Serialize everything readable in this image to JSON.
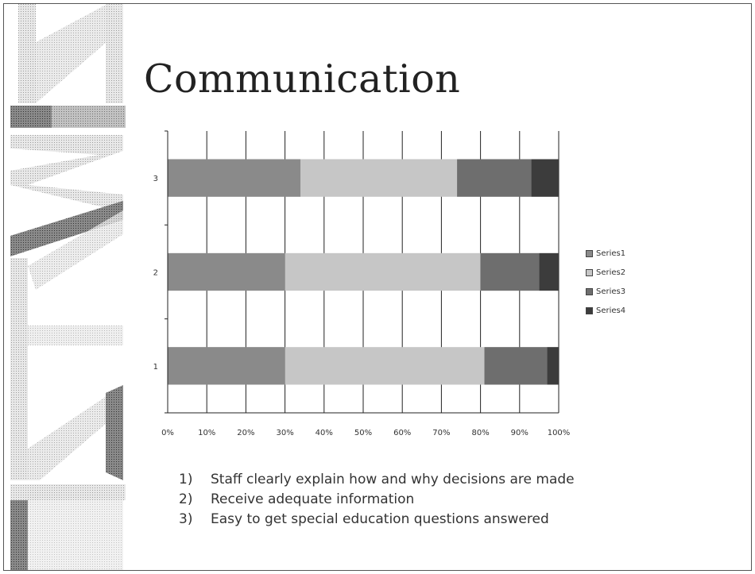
{
  "slide": {
    "title": "Communication",
    "items": [
      {
        "num": "1)",
        "text": "Staff clearly explain how and why decisions are made"
      },
      {
        "num": "2)",
        "text": "Receive adequate information"
      },
      {
        "num": "3)",
        "text": "Easy to get special education questions answered"
      }
    ]
  },
  "chart_data": {
    "type": "bar",
    "orientation": "horizontal",
    "stacked": "percent",
    "categories": [
      "1",
      "2",
      "3"
    ],
    "series": [
      {
        "name": "Series1",
        "values": [
          30,
          30,
          34
        ],
        "color": "#8a8a8a"
      },
      {
        "name": "Series2",
        "values": [
          51,
          50,
          40
        ],
        "color": "#c6c6c6"
      },
      {
        "name": "Series3",
        "values": [
          16,
          15,
          19
        ],
        "color": "#6e6e6e"
      },
      {
        "name": "Series4",
        "values": [
          3,
          5,
          7
        ],
        "color": "#3c3c3c"
      }
    ],
    "x_ticks": [
      "0%",
      "10%",
      "20%",
      "30%",
      "40%",
      "50%",
      "60%",
      "70%",
      "80%",
      "90%",
      "100%"
    ],
    "xlim": [
      0,
      100
    ],
    "grid": true,
    "legend": "right"
  }
}
